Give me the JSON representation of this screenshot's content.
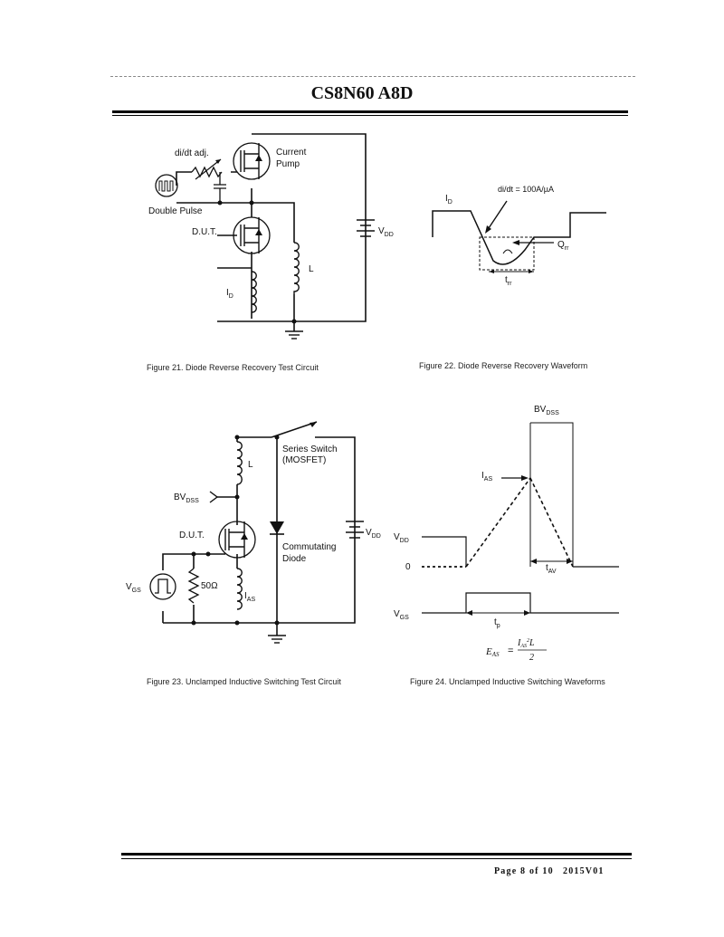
{
  "header": {
    "title": "CS8N60 A8D"
  },
  "fig21": {
    "caption": "Figure 21. Diode Reverse Recovery Test Circuit",
    "didt_adj": "di/dt adj.",
    "double_pulse": "Double Pulse",
    "current": "Current",
    "pump": "Pump",
    "dut": "D.U.T.",
    "vdd_v": "V",
    "vdd_sub": "DD",
    "l": "L",
    "id_i": "I",
    "id_sub": "D"
  },
  "fig22": {
    "caption": "Figure 22. Diode Reverse Recovery Waveform",
    "didt": "di/dt = 100A/µA",
    "id_i": "I",
    "id_sub": "D",
    "qrr_q": "Q",
    "qrr_sub": "rr",
    "trr_t": "t",
    "trr_sub": "rr"
  },
  "fig23": {
    "caption": "Figure 23. Unclamped Inductive Switching Test Circuit",
    "series_switch": "Series Switch",
    "mosfet": "(MOSFET)",
    "l": "L",
    "bvdss_bv": "BV",
    "bvdss_sub": "DSS",
    "dut": "D.U.T.",
    "vdd_v": "V",
    "vdd_sub": "DD",
    "commutating": "Commutating",
    "diode": "Diode",
    "vgs_v": "V",
    "vgs_sub": "GS",
    "r50": "50Ω",
    "ias_i": "I",
    "ias_sub": "AS"
  },
  "fig24": {
    "caption": "Figure 24. Unclamped Inductive Switching Waveforms",
    "bvdss_bv": "BV",
    "bvdss_sub": "DSS",
    "ias_i": "I",
    "ias_sub": "AS",
    "vdd_v": "V",
    "vdd_sub": "DD",
    "zero": "0",
    "tav_t": "t",
    "tav_sub": "AV",
    "vgs_v": "V",
    "vgs_sub": "GS",
    "tp_t": "t",
    "tp_sub": "p",
    "eq_lhs": "E",
    "eq_lhs_sub": "AS",
    "eq_eq": "=",
    "eq_num": "I",
    "eq_num_sub": "AS",
    "eq_num_sup": "2",
    "eq_num_l": "L",
    "eq_den": "2"
  },
  "footer": {
    "page": "Page 8 of 10",
    "version": "2015V01"
  }
}
